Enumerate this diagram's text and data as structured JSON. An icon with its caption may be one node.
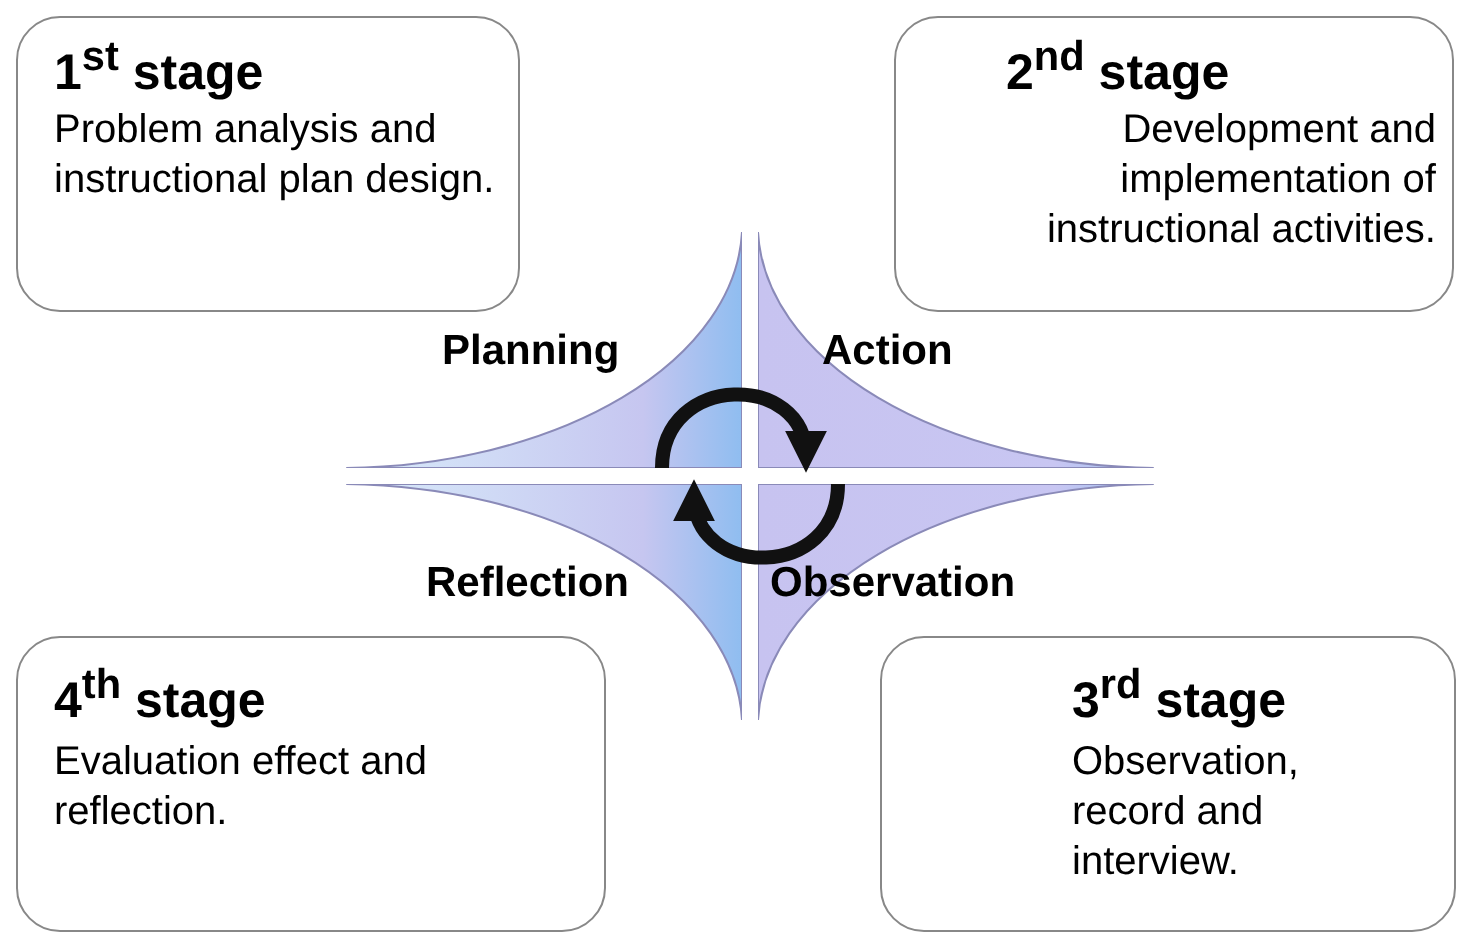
{
  "diagram": {
    "nodes": [
      {
        "text": [
          "1$^{st}$ stage",
          "Problem analysis and instructional plan design."
        ]
      },
      {
        "text": [
          "2$^{nd}$ stage",
          "Development and implementation of instructional activities."
        ]
      },
      {
        "text": [
          "Planning"
        ]
      },
      {
        "text": [
          "Action"
        ]
      },
      {
        "text": [
          "Reflection"
        ]
      },
      {
        "text": [
          "Observation"
        ]
      },
      {
        "text": [
          "4$^{th}$ stage",
          "Evaluation effect and reflection."
        ]
      },
      {
        "text": [
          "3$^{rd}$ stage",
          "Observation, record and interview."
        ]
      }
    ],
    "edges": [
      {
        "from": 2,
        "to": 3,
        "arrow": "to"
      },
      {
        "from": 5,
        "to": 4,
        "arrow": "to"
      }
    ]
  }
}
